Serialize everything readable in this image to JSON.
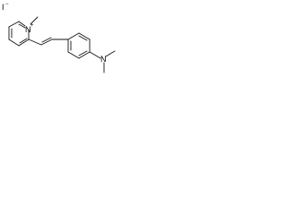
{
  "molecule": {
    "counterion_label": "I",
    "counterion_charge": "−",
    "pyridinium_nitrogen_label": "N",
    "pyridinium_charge": "+",
    "amine_nitrogen_label": "N"
  },
  "colors": {
    "bond": "#111111",
    "text": "#000000",
    "background": "#ffffff"
  }
}
